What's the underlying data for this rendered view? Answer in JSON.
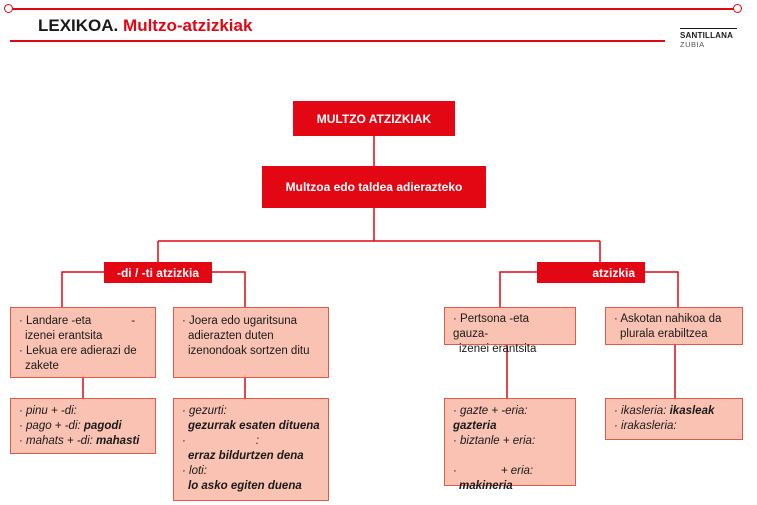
{
  "header": {
    "title_part1": "LEXIKOA.",
    "title_part2": "Multzo-atzizkiak",
    "brand_line1": "SANTILLANA",
    "brand_line2": "ZUBIA"
  },
  "diagram": {
    "root": "MULTZO ATZIZKIAK",
    "subtitle": "Multzoa edo taldea adierazteko",
    "left": {
      "label": "-di / -ti atzizkia",
      "box1": {
        "line1": "· Landare -eta",
        "line1_suffix": "-",
        "line2": "izenei erantsita",
        "line3": "· Lekua ere adierazi de",
        "line4": "zakete"
      },
      "box1_examples": {
        "ex1_a": "· pinu + -di:",
        "ex2_a": "· pago + -di:",
        "ex2_b": "pagodi",
        "ex3_a": "· mahats + -di:",
        "ex3_b": "mahasti"
      },
      "box2": {
        "line1": "· Joera edo ugaritsuna",
        "line2": "adierazten duten",
        "line3": "izenondoak sortzen ditu"
      },
      "box2_examples": {
        "ex1_a": "· gezurti:",
        "ex1_b": "gezurrak esaten dituena",
        "ex2_a": "·",
        "ex2_c": ":",
        "ex2_b": "erraz bildurtzen dena",
        "ex3_a": "· loti:",
        "ex3_b": "lo asko egiten duena"
      }
    },
    "right": {
      "label": "atzizkia",
      "box1": {
        "line1": "· Pertsona -eta gauza-",
        "line2": "izenei erantsita"
      },
      "box1_examples": {
        "ex1_a": "· gazte + -eria:",
        "ex1_b": "gazteria",
        "ex2_a": "· biztanle + eria:",
        "ex3_a": "·",
        "ex3_c": "+ eria:",
        "ex3_b": "makineria"
      },
      "box2": {
        "line1": "· Askotan nahikoa da",
        "line2": "plurala erabiltzea"
      },
      "box2_examples": {
        "ex1_a": "· ikasleria:",
        "ex1_b": "ikasleak",
        "ex2_a": "· irakasleria:"
      }
    }
  },
  "colors": {
    "accent": "#e30613",
    "box_fill": "#f9c2b2",
    "box_border": "#e05a44"
  }
}
